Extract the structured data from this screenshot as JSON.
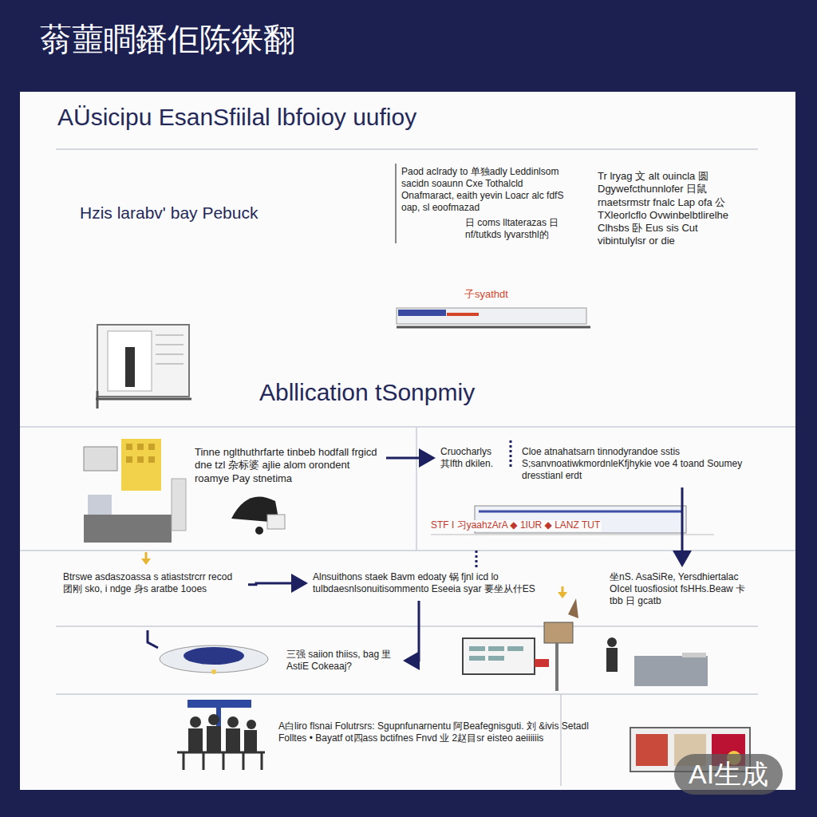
{
  "diagram": {
    "title": "蓊蘁瞷鐇佢陈徕翻",
    "nodes": [
      {
        "text": [
          "Paod aclrady to 单独adly Leddinlsom sacidn soaunn Cxe Tothalcld Onafmaract, eaith yevin Loacr alc fdfS oap, sl eoofmazad",
          "日 coms lltaterazas 日 nf/tutkds lyvarsthl的"
        ]
      },
      {
        "text": [
          "Tr lryag 文 alt ouincla 圆 Dgywefcthunnlofer 日鼠rnaetsrmstr fnalc Lap ofa 公 TXleorlcflo Ovwinbelbtlirelhe Clhsbs 卧 Eus sis Cut vibintulylsr or die"
        ]
      },
      {
        "text": [
          "Tinne nglthuthrfarte tinbeb hodfall frgicd dne tzl 杂标婆 ajlie alom orondent roamye Pay stnetima"
        ]
      },
      {
        "text": [
          "Cruocharlys 其lfth dkilen."
        ]
      },
      {
        "text": [
          "Cloe atnahatsarn tinnodyrandoe sstis S;sanvnoatiwkmordnleKfjhykie voe 4 toand Soumey dresstianl erdt"
        ]
      },
      {
        "text": [
          "Btrswe asdaszoassa s atiaststrcrr recod 团刚 sko, i ndge 身s aratbe 1ooes"
        ]
      },
      {
        "text": [
          "Alnsuithons staek Bavm edoaty 锅 fjnl icd lo tulbdaesnlsonuitisommento Eseeia syar 要坐从什ES"
        ]
      },
      {
        "text": [
          "坐nS. AsaSiRe, Yersdhiertalac OIcel tuosfiosiot fsHHs.Beaw 卡 tbb 日 gcatb"
        ]
      },
      {
        "text": [
          "三强 saiion thiiss, bag 里AstiE Cokeaaj?"
        ]
      },
      {
        "text": [
          "A白liro flsnai Folutrsrs: Sgupnfunarnentu 阿Beafegnisguti. 刘 &ivis Setadl Folltes • Bayatf ot四ass bctifnes Fnvd 业 2赵目sr eisteo aeiiiiiis"
        ]
      }
    ],
    "edges": [
      {
        "from": 2,
        "to": 3,
        "arrow": "to"
      },
      {
        "from": 5,
        "to": 6,
        "arrow": "to"
      },
      {
        "from": 6,
        "to": 8,
        "arrow": "to"
      },
      {
        "from": 4,
        "to": 7,
        "arrow": "to"
      }
    ],
    "labels": [
      "AÜsicipu EsanSfiilal lbfoioy uufioy",
      "Hzis larabv' bay Pebuck",
      "子syathdt",
      "Abllication tSonpmiy",
      "STF I 习yaahzArA ◆ 1IUR ◆ LANZ TUT",
      "AI生成"
    ]
  }
}
